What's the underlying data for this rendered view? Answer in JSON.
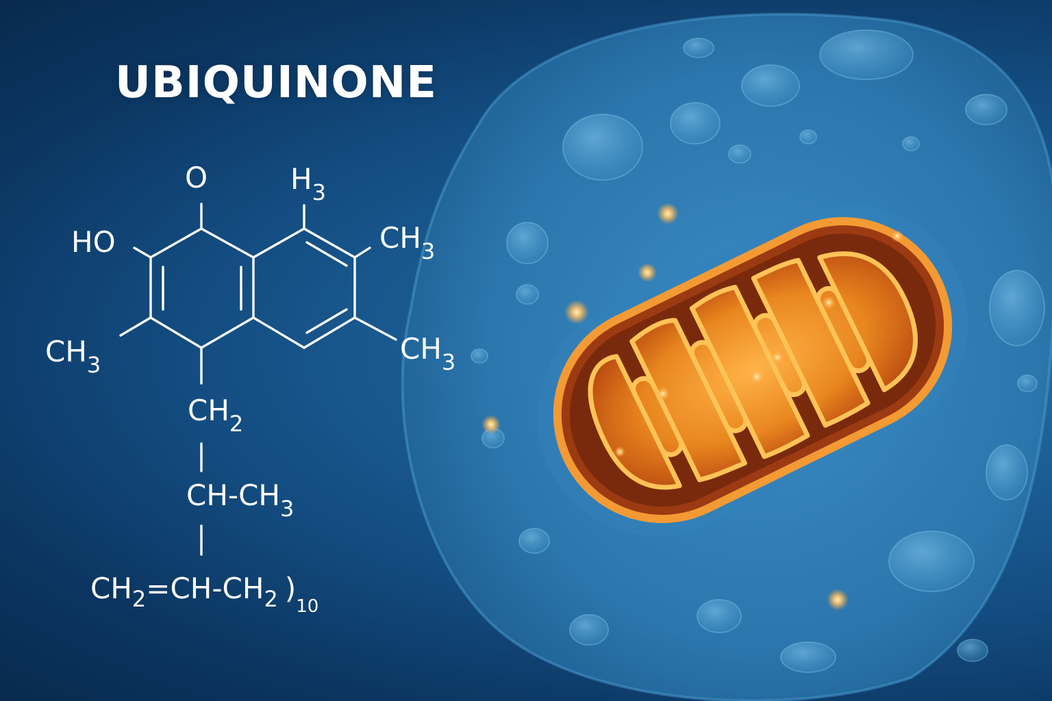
{
  "title": "UBIQUINONE",
  "structure_labels": {
    "oxygen": "O",
    "hydroxyl": "HO",
    "top_methyl": {
      "base": "H",
      "sub": "3"
    },
    "right_methyl_1": {
      "base": "CH",
      "sub": "3"
    },
    "right_methyl_2": {
      "base": "CH",
      "sub": "3"
    },
    "left_methyl": {
      "base": "CH",
      "sub": "3"
    },
    "chain_1": {
      "base": "CH",
      "sub": "2"
    },
    "chain_2": {
      "base": "CH-CH",
      "sub": "3"
    },
    "chain_3": {
      "a": "CH",
      "a_sub": "2",
      "b": "=CH-CH",
      "b_sub": "2",
      "c": ")",
      "c_sub": "10"
    }
  },
  "colors": {
    "background": "#134c80",
    "cell": "#2f7fb6",
    "mitochondrion_outer": "#e8801e",
    "mitochondrion_inner": "#f7a93a",
    "glow": "#ffc46a"
  }
}
